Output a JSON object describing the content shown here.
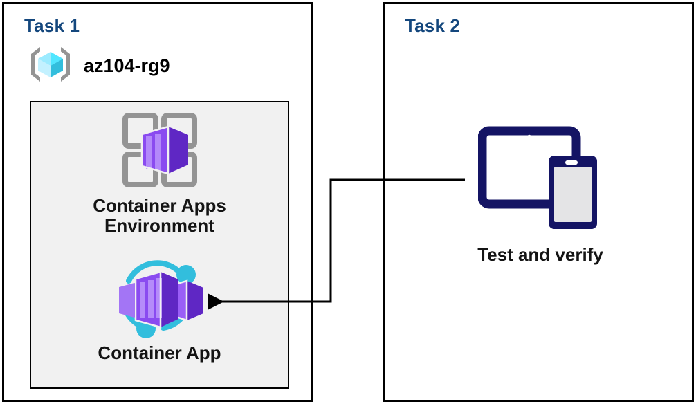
{
  "diagram": {
    "title_color": "#14477d",
    "background": "#ffffff",
    "panels": [
      {
        "id": "task1",
        "title": "Task 1",
        "resource_group": {
          "name": "az104-rg9",
          "icon": "resource-group-icon"
        },
        "nodes": [
          {
            "id": "container-apps-environment",
            "label": "Container Apps\nEnvironment",
            "icon": "container-apps-environment-icon"
          },
          {
            "id": "container-app",
            "label": "Container App",
            "icon": "container-app-icon"
          }
        ]
      },
      {
        "id": "task2",
        "title": "Task 2",
        "nodes": [
          {
            "id": "test-and-verify",
            "label": "Test and verify",
            "icon": "devices-icon"
          }
        ]
      }
    ],
    "connector": {
      "from": "test-and-verify",
      "to": "container-app",
      "style": "orthogonal-arrow",
      "color": "#000000"
    },
    "colors": {
      "title": "#14477d",
      "group_fill": "#f1f1f1",
      "border": "#000000",
      "container_purple": "#7a2fe0",
      "container_purple_light": "#a375f5",
      "accent_cyan": "#32bedd",
      "device_navy": "#141464",
      "bracket_gray": "#949494"
    }
  }
}
